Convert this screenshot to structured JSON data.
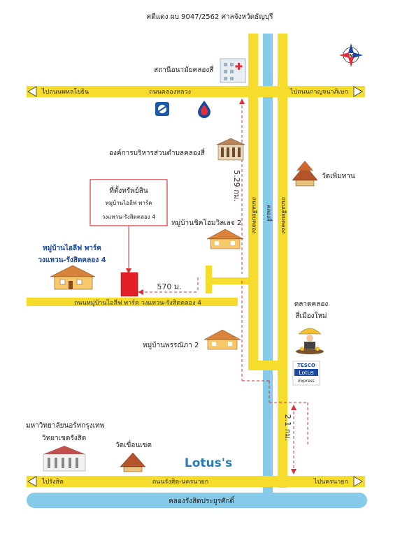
{
  "header": {
    "case_number": "คดีแดง ผบ 9047/2562 ศาลจังหวัดธัญบุรี"
  },
  "roads": {
    "top_road": "ถนนคลองหลวง",
    "top_left_dir": "ไปถนนพหลโยธิน",
    "top_right_dir": "ไปถนนกาญจนาภิเษก",
    "bottom_road": "ถนนรังสิต-นครนายก",
    "bottom_left_dir": "ไปรังสิต",
    "bottom_right_dir": "ไปนครนายก",
    "village_road": "ถนนหมู่บ้านไอลีฟ พาร์ค วงแหวน-รังสิตคลอง 4",
    "vertical_road_left": "ถนนเลียบคลอง",
    "canal_vertical": "คลองสี่",
    "vertical_road_right": "ถนนเลียบคลอง",
    "canal_bottom": "คลองรังสิตประยูรศักดิ์"
  },
  "distances": {
    "vertical_top": "5.29 กม.",
    "horizontal": "570 ม.",
    "vertical_bottom": "2.1 กม."
  },
  "property_box": {
    "title": "ที่ตั้งทรัพย์สิน",
    "line1": "หมู่บ้านไอลีฟ พาร์ค",
    "line2": "วงแหวน-รังสิตคลอง 4"
  },
  "landmarks": {
    "health_station": "สถานีอนามัยคลองสี่",
    "tao": "องค์การบริหารส่วนตำบลคลองสี่",
    "wat_phoemthan": "วัดเพิ่มทาน",
    "chic_home": "หมู่บ้านชิคโฮมวิลเลจ 2",
    "ilife_line1": "หมู่บ้านไอลีฟ พาร์ค",
    "ilife_line2": "วงแหวน-รังสิตคลอง 4",
    "market_line1": "ตลาดคลอง",
    "market_line2": "สี่เมืองใหม่",
    "phornnipa": "หมู่บ้านพรรณิภา 2",
    "university_line1": "มหาวิทยาลัยนอร์ทกรุงเทพ",
    "university_line2": "วิทยาเขตรังสิต",
    "wat_khuean_khet": "วัดเขื่อนเขต"
  },
  "logos": {
    "tesco_top": "TESCO",
    "tesco_mid": "Lotus",
    "tesco_bottom": "Express",
    "lotus": "Lotus's"
  },
  "compass": {
    "north": "N"
  },
  "colors": {
    "road": "#f5dc2d",
    "canal": "#87cbea",
    "dashed": "#e0313a",
    "property": "#e32027",
    "ilife_text": "#1a47a0"
  }
}
